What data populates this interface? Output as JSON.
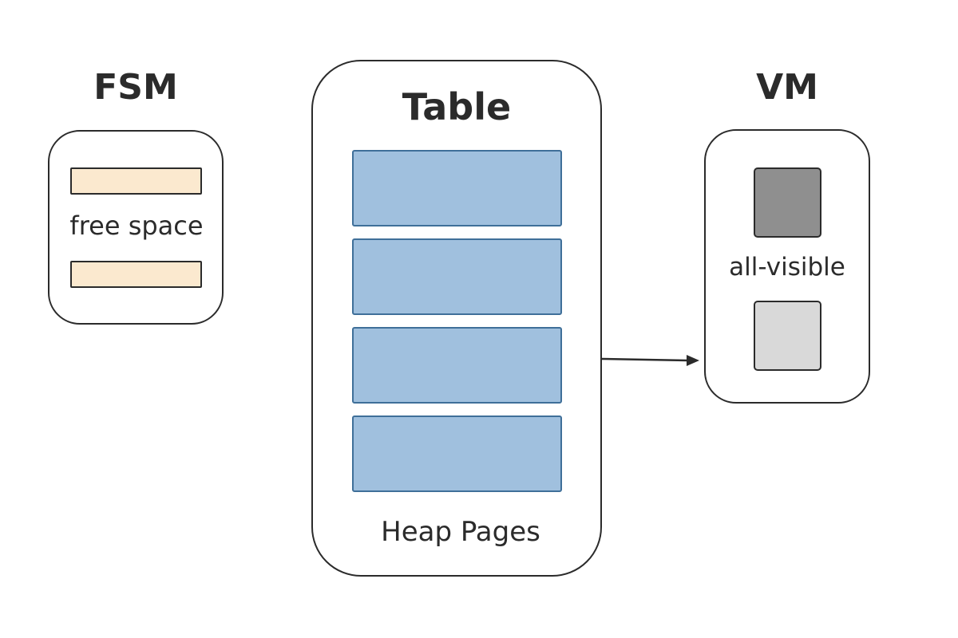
{
  "fsm": {
    "title": "FSM",
    "label": "free space",
    "bar_color": "#fbe9cf"
  },
  "table": {
    "title": "Table",
    "label": "Heap Pages",
    "page_count": 4,
    "page_color": "#a0c0de"
  },
  "vm": {
    "title": "VM",
    "label": "all-visible",
    "squares": [
      {
        "state": "dark",
        "color": "#8f8f8f"
      },
      {
        "state": "light",
        "color": "#d9d9d9"
      }
    ]
  },
  "connector": {
    "from": "Table",
    "to": "VM",
    "style": "arrow"
  }
}
